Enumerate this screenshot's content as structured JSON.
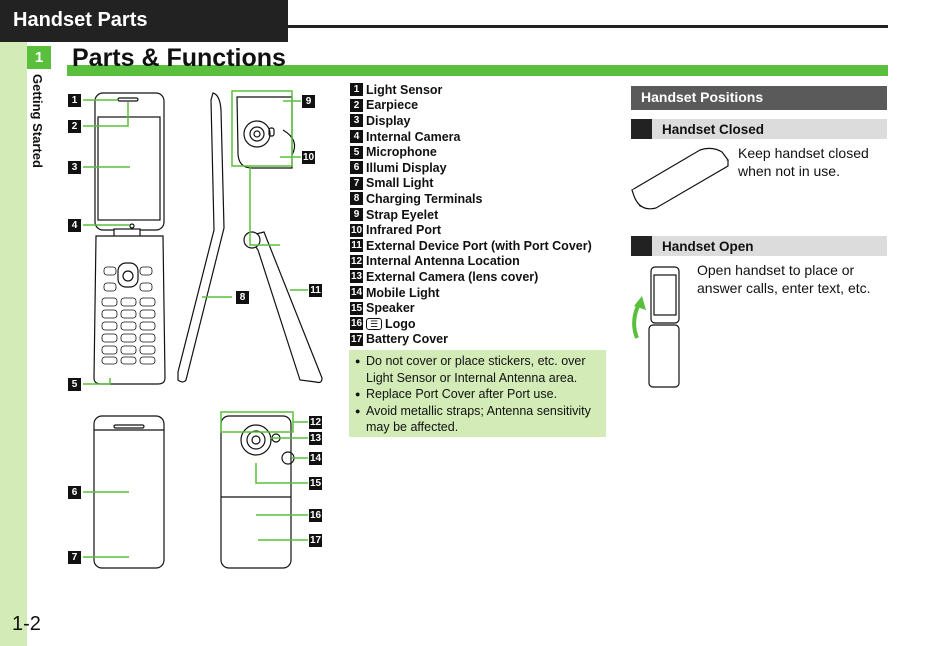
{
  "header": {
    "title": "Handset Parts"
  },
  "sidebar": {
    "chapter_number": "1",
    "chapter_label": "Getting Started",
    "page_number": "1-2"
  },
  "section": {
    "title": "Parts & Functions"
  },
  "parts": [
    {
      "num": "1",
      "label": "Light Sensor"
    },
    {
      "num": "2",
      "label": "Earpiece"
    },
    {
      "num": "3",
      "label": "Display"
    },
    {
      "num": "4",
      "label": "Internal Camera"
    },
    {
      "num": "5",
      "label": "Microphone"
    },
    {
      "num": "6",
      "label": "Illumi Display"
    },
    {
      "num": "7",
      "label": "Small Light"
    },
    {
      "num": "8",
      "label": "Charging Terminals"
    },
    {
      "num": "9",
      "label": "Strap Eyelet"
    },
    {
      "num": "10",
      "label": "Infrared Port"
    },
    {
      "num": "11",
      "label": "External Device Port (with Port Cover)"
    },
    {
      "num": "12",
      "label": "Internal Antenna Location"
    },
    {
      "num": "13",
      "label": "External Camera (lens cover)"
    },
    {
      "num": "14",
      "label": "Mobile Light"
    },
    {
      "num": "15",
      "label": "Speaker"
    },
    {
      "num": "16",
      "label": "Logo"
    },
    {
      "num": "17",
      "label": "Battery Cover"
    }
  ],
  "notes": [
    "Do not cover or place stickers, etc. over Light Sensor or Internal Antenna area.",
    "Replace Port Cover after Port use.",
    "Avoid metallic straps; Antenna sensitivity may be affected."
  ],
  "positions": {
    "title": "Handset Positions",
    "closed": {
      "label": "Handset Closed",
      "desc": "Keep handset closed when not in use."
    },
    "open": {
      "label": "Handset Open",
      "desc": "Open handset to place or answer calls, enter text, etc."
    }
  },
  "colors": {
    "accent_green": "#5abf3c",
    "light_green": "#d3ecb7",
    "dark": "#222222",
    "gray_header": "#5a5a5a"
  }
}
